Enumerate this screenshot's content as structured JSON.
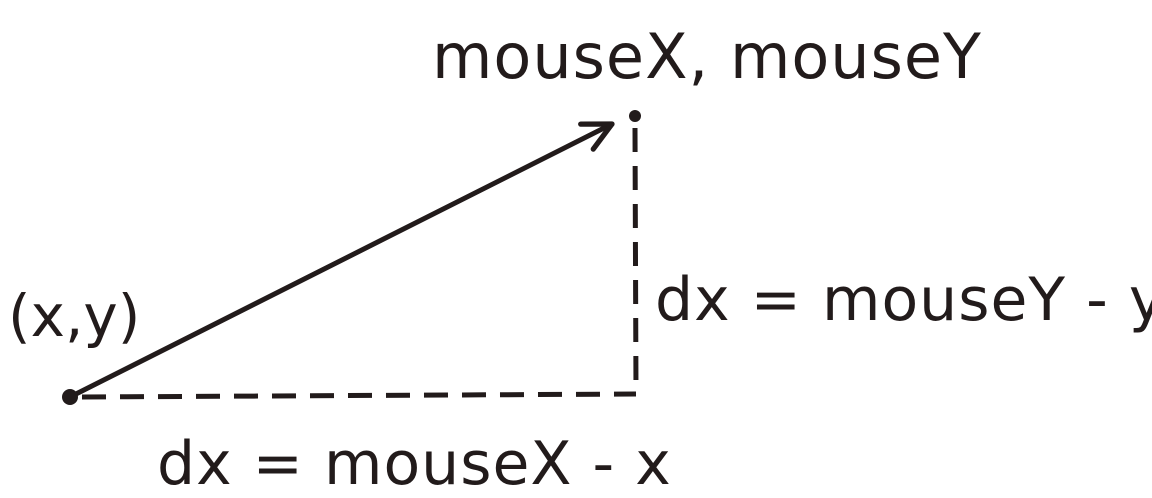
{
  "labels": {
    "target": "mouseX, mouseY",
    "origin": "(x,y)",
    "vertical_delta": "dx = mouseY - y",
    "horizontal_delta": "dx = mouseX - x"
  },
  "colors": {
    "ink": "#221b1b",
    "background": "#ffffff"
  }
}
